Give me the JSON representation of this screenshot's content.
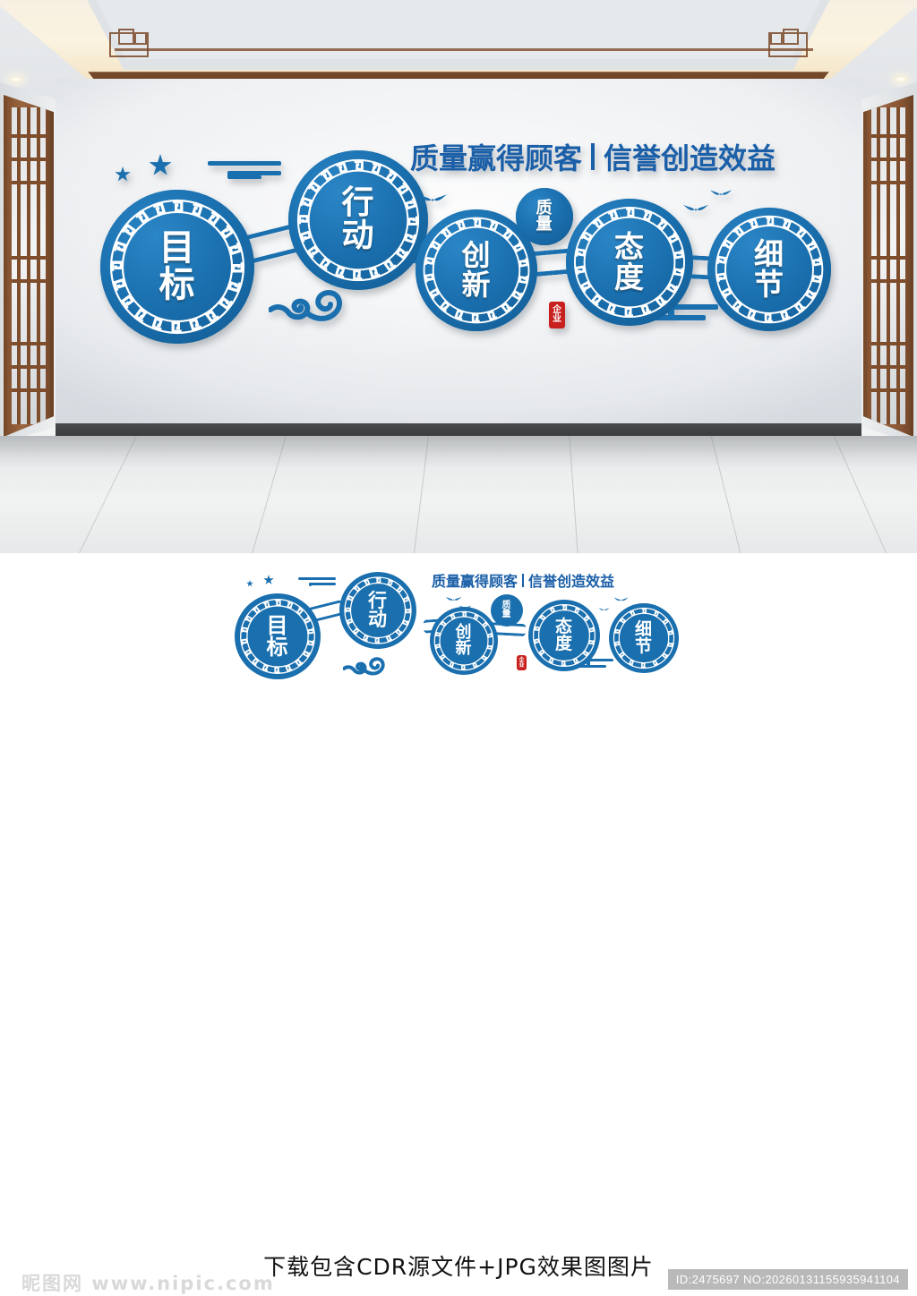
{
  "meta": {
    "title": "企业文化墙效果图 — 质量赢得顾客 信誉创造效益"
  },
  "wall_art": {
    "headline_left": "质量赢得顾客",
    "headline_divider": "|",
    "headline_right": "信誉创造效益",
    "seal_text_top": "企",
    "seal_text_bottom": "业",
    "circles": [
      {
        "id": "goal",
        "label_top": "目",
        "label_bottom": "标",
        "size": "large"
      },
      {
        "id": "action",
        "label_top": "行",
        "label_bottom": "动",
        "size": "large"
      },
      {
        "id": "innovate",
        "label_top": "创",
        "label_bottom": "新",
        "size": "medium"
      },
      {
        "id": "quality",
        "label_top": "质",
        "label_bottom": "量",
        "size": "small"
      },
      {
        "id": "attitude",
        "label_top": "态",
        "label_bottom": "度",
        "size": "large"
      },
      {
        "id": "detail",
        "label_top": "细",
        "label_bottom": "节",
        "size": "large"
      }
    ],
    "decorations": [
      "star",
      "star",
      "line-motif",
      "cloud-motif",
      "bird",
      "bird",
      "bird",
      "bird",
      "line-cloud",
      "red-seal"
    ]
  },
  "colors": {
    "brand_blue": "#1a6fae",
    "brand_blue_dark": "#115b92",
    "headline_blue": "#1a5fa8",
    "seal_red": "#c8201f",
    "wood_brown": "#7d4d2c",
    "baseboard": "#3f4143",
    "cove_light": "#fbf3df"
  },
  "footer": {
    "caption": "下载包含CDR源文件+JPG效果图图片",
    "watermark": "昵图网 www.nipic.com",
    "id_badge": "ID:2475697 NO:20260131155935941104"
  }
}
